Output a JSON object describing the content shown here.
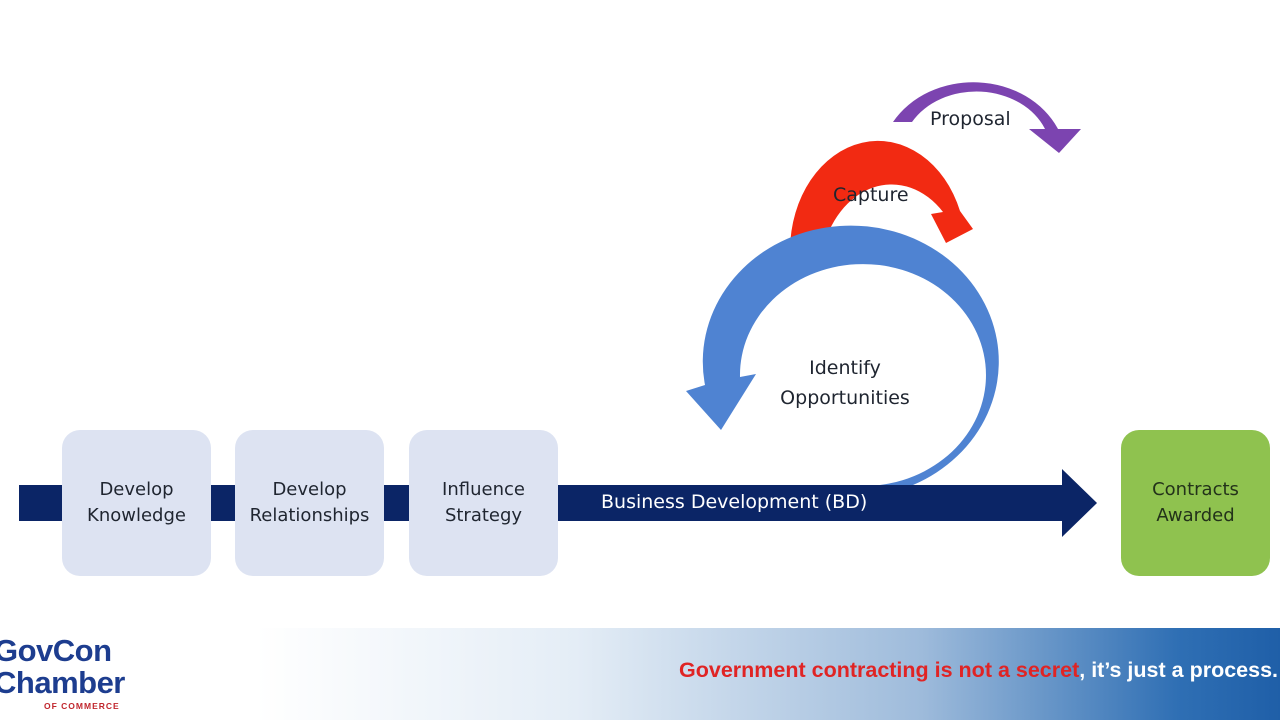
{
  "diagram": {
    "steps": [
      {
        "line1": "Develop",
        "line2": "Knowledge"
      },
      {
        "line1": "Develop",
        "line2": "Relationships"
      },
      {
        "line1": "Influence",
        "line2": "Strategy"
      }
    ],
    "bd_arrow_label": "Business Development (BD)",
    "final": {
      "line1": "Contracts",
      "line2": "Awarded"
    },
    "cycles": {
      "identify": {
        "line1": "Identify",
        "line2": "Opportunities",
        "color": "#4f83d2"
      },
      "capture": {
        "label": "Capture",
        "color": "#f22a12"
      },
      "proposal": {
        "label": "Proposal",
        "color": "#7c44b0"
      }
    },
    "arrow_color": "#0b2566"
  },
  "footer": {
    "logo": {
      "line1": "GovCon",
      "line2": "Chamber",
      "sub": "OF COMMERCE"
    },
    "tagline": {
      "red_part": "Government contracting is not a secret",
      "white_part": ", it’s just a process."
    }
  }
}
